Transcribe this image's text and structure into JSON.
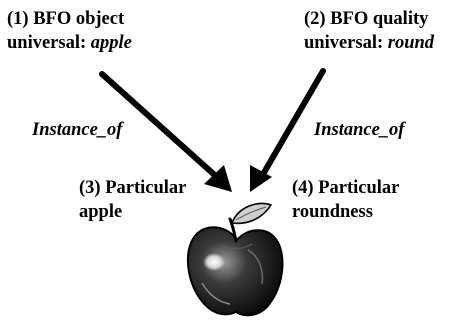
{
  "universals": {
    "object": {
      "number": "(1)",
      "line1": "BFO object",
      "line2_prefix": "universal: ",
      "line2_em": "apple"
    },
    "quality": {
      "number": "(2)",
      "line1": "BFO quality",
      "line2_prefix": "universal: ",
      "line2_em": "round"
    }
  },
  "relations": {
    "left": "Instance_of",
    "right": "Instance_of"
  },
  "particulars": {
    "apple": {
      "number": "(3)",
      "line1": "Particular",
      "line2": "apple"
    },
    "roundness": {
      "number": "(4)",
      "line1": "Particular",
      "line2": "roundness"
    }
  },
  "image": {
    "subject": "apple",
    "style": "black-and-white sketch"
  }
}
